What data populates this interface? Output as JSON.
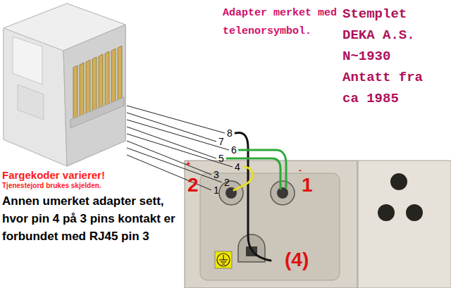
{
  "diagram": {
    "title": "Adapter merket med telenorsymbol.",
    "labels": [
      "8",
      "7",
      "6",
      "5",
      "4",
      "3",
      "2",
      "1",
      "Stemplet DEKA A.S. N~1930 Antatt fra ca 1985",
      "Fargekoder varierer!",
      "Tjenestejord brukes skjelden.",
      "Annen umerket adapter sett, hvor pin 4 på 3 pins kontakt er forbundet med RJ45 pin 3",
      "+",
      "-",
      "2",
      "1",
      "(4)"
    ]
  }
}
